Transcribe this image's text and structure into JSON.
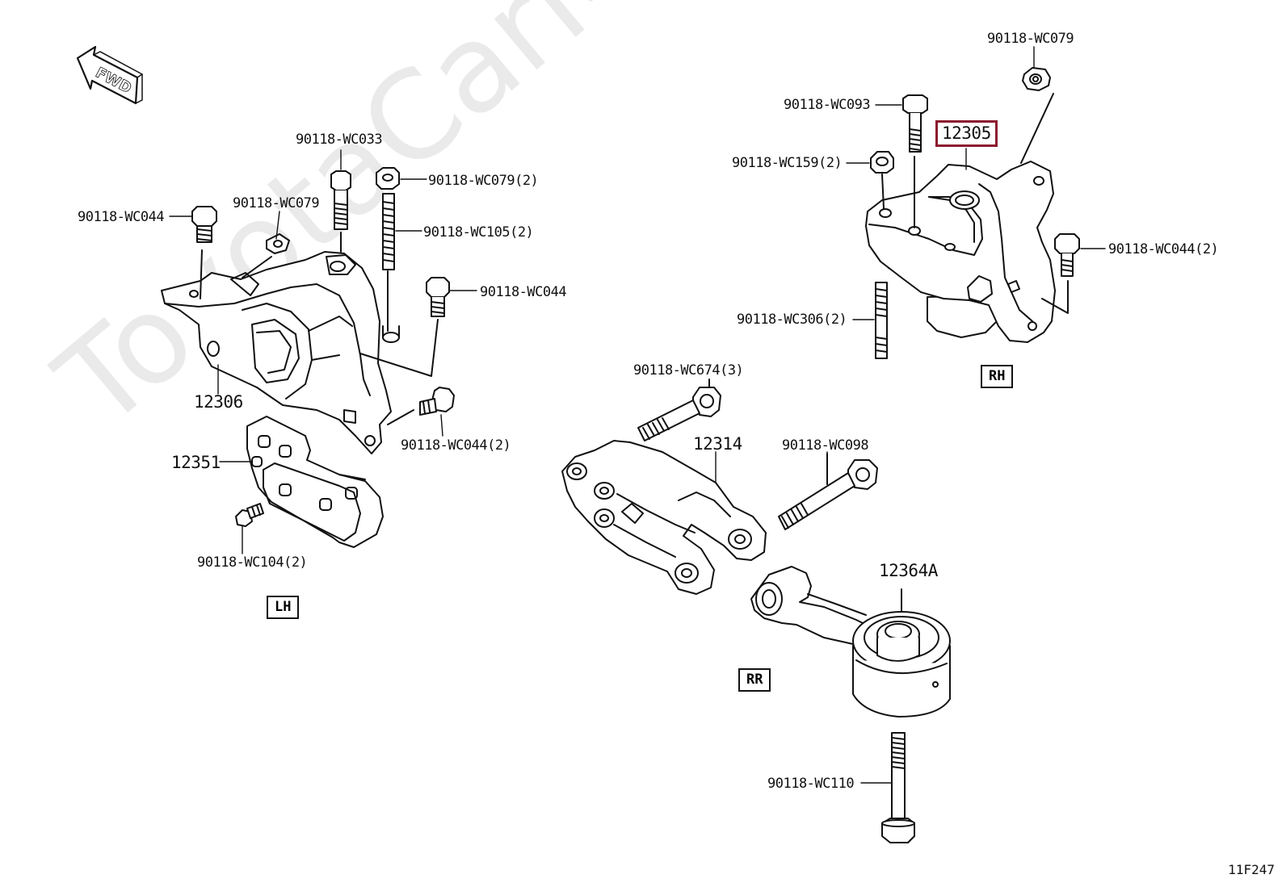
{
  "diagram": {
    "watermark": "ToyotaCarMine.ru",
    "figure_code": "11F247",
    "fwd_label": "FWD",
    "sections": {
      "lh": "LH",
      "rh": "RH",
      "rr": "RR"
    },
    "parts": {
      "lh_bolt_left": "90118-WC044",
      "lh_nut": "90118-WC079",
      "lh_bolt_top": "90118-WC033",
      "lh_nut_pair": "90118-WC079(2)",
      "lh_stud": "90118-WC105(2)",
      "lh_bolt_right": "90118-WC044",
      "lh_bolt_lower": "90118-WC044(2)",
      "lh_bracket": "12306",
      "lh_insulator": "12351",
      "lh_screw": "90118-WC104(2)",
      "rh_nut_top": "90118-WC079",
      "rh_bolt": "90118-WC093",
      "rh_mount": "12305",
      "rh_nut_pair": "90118-WC159(2)",
      "rh_bolt_right": "90118-WC044(2)",
      "rh_stud": "90118-WC306(2)",
      "rr_bolt_triple": "90118-WC674(3)",
      "rr_bracket": "12314",
      "rr_bolt": "90118-WC098",
      "rr_rod": "12364A",
      "rr_bolt_long": "90118-WC110"
    },
    "highlight_color": "#8b1a2e"
  }
}
